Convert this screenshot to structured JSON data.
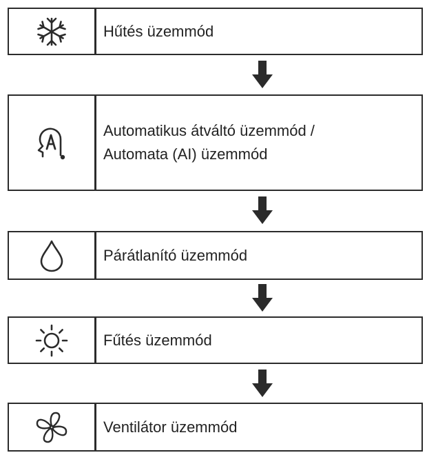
{
  "modes": [
    {
      "label": "Hűtés üzemmód",
      "icon": "snowflake-icon"
    },
    {
      "label": "Automatikus átváltó üzemmód /\nAutomata (AI) üzemmód",
      "icon": "auto-mode-icon"
    },
    {
      "label": "Párátlanító üzemmód",
      "icon": "water-drop-icon"
    },
    {
      "label": "Fűtés üzemmód",
      "icon": "sun-icon"
    },
    {
      "label": "Ventilátor üzemmód",
      "icon": "fan-icon"
    }
  ],
  "colors": {
    "border": "#2b2b2b",
    "arrow": "#2b2b2b",
    "text": "#222222"
  }
}
